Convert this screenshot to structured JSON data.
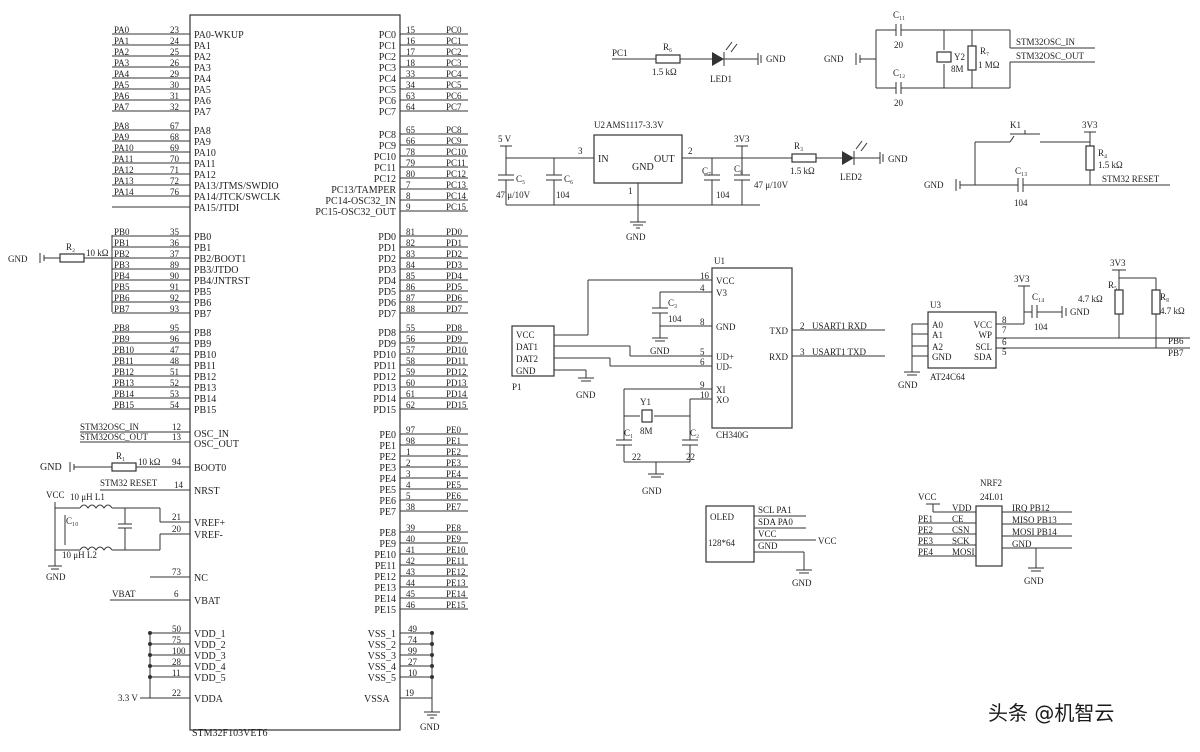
{
  "watermark": "头条 @机智云",
  "mcu": {
    "name": "STM32F103VET6",
    "left_groups": [
      {
        "nets": [
          "PA0",
          "PA1",
          "PA2",
          "PA3",
          "PA4",
          "PA5",
          "PA6",
          "PA7"
        ],
        "nums": [
          "23",
          "24",
          "25",
          "26",
          "29",
          "30",
          "31",
          "32"
        ],
        "pins": [
          "PA0-WKUP",
          "PA1",
          "PA2",
          "PA3",
          "PA4",
          "PA5",
          "PA6",
          "PA7"
        ]
      },
      {
        "nets": [
          "PA8",
          "PA9",
          "PA10",
          "PA11",
          "PA12",
          "PA13",
          "PA14"
        ],
        "nums": [
          "67",
          "68",
          "69",
          "70",
          "71",
          "72",
          "76"
        ],
        "pins": [
          "PA8",
          "PA9",
          "PA10",
          "PA11",
          "PA12",
          "PA13/JTMS/SWDIO",
          "PA14/JTCK/SWCLK",
          "PA15/JTDI"
        ]
      },
      {
        "nets": [
          "PB0",
          "PB1",
          "PB2",
          "PB3",
          "PB4",
          "PB5",
          "PB6",
          "PB7"
        ],
        "nums": [
          "35",
          "36",
          "37",
          "89",
          "90",
          "91",
          "92",
          "93"
        ],
        "pins": [
          "PB0",
          "PB1",
          "PB2/BOOT1",
          "PB3/JTDO",
          "PB4/JNTRST",
          "PB5",
          "PB6",
          "PB7"
        ]
      },
      {
        "nets": [
          "PB8",
          "PB9",
          "PB10",
          "PB11",
          "PB12",
          "PB13",
          "PB14",
          "PB15"
        ],
        "nums": [
          "95",
          "96",
          "47",
          "48",
          "51",
          "52",
          "53",
          "54"
        ],
        "pins": [
          "PB8",
          "PB9",
          "PB10",
          "PB11",
          "PB12",
          "PB13",
          "PB14",
          "PB15"
        ]
      }
    ],
    "right_groups": [
      {
        "nets": [
          "PC0",
          "PC1",
          "PC2",
          "PC3",
          "PC4",
          "PC5",
          "PC6",
          "PC7"
        ],
        "nums": [
          "15",
          "16",
          "17",
          "18",
          "33",
          "34",
          "63",
          "64"
        ],
        "pins": [
          "PC0",
          "PC1",
          "PC2",
          "PC3",
          "PC4",
          "PC5",
          "PC6",
          "PC7"
        ]
      },
      {
        "nets": [
          "PC8",
          "PC9",
          "PC10",
          "PC11",
          "PC12",
          "PC13",
          "PC14",
          "PC15"
        ],
        "nums": [
          "65",
          "66",
          "78",
          "79",
          "80",
          "7",
          "8",
          "9"
        ],
        "pins": [
          "PC8",
          "PC9",
          "PC10",
          "PC11",
          "PC12",
          "PC13/TAMPER",
          "PC14-OSC32_IN",
          "PC15-OSC32_OUT"
        ]
      },
      {
        "nets": [
          "PD0",
          "PD1",
          "PD2",
          "PD3",
          "PD4",
          "PD5",
          "PD6",
          "PD7"
        ],
        "nums": [
          "81",
          "82",
          "83",
          "84",
          "85",
          "86",
          "87",
          "88"
        ],
        "pins": [
          "PD0",
          "PD1",
          "PD2",
          "PD3",
          "PD4",
          "PD5",
          "PD6",
          "PD7"
        ]
      },
      {
        "nets": [
          "PD8",
          "PD9",
          "PD10",
          "PD11",
          "PD12",
          "PD13",
          "PD14",
          "PD15"
        ],
        "nums": [
          "55",
          "56",
          "57",
          "58",
          "59",
          "60",
          "61",
          "62"
        ],
        "pins": [
          "PD8",
          "PD9",
          "PD10",
          "PD11",
          "PD12",
          "PD13",
          "PD14",
          "PD15"
        ]
      },
      {
        "nets": [
          "PE0",
          "PE1",
          "PE2",
          "PE3",
          "PE4",
          "PE5",
          "PE6",
          "PE7"
        ],
        "nums": [
          "97",
          "98",
          "1",
          "2",
          "3",
          "4",
          "5",
          "38"
        ],
        "pins": [
          "PE0",
          "PE1",
          "PE2",
          "PE3",
          "PE4",
          "PE5",
          "PE6",
          "PE7"
        ]
      },
      {
        "nets": [
          "PE8",
          "PE9",
          "PE10",
          "PE11",
          "PE12",
          "PE13",
          "PE14",
          "PE15"
        ],
        "nums": [
          "39",
          "40",
          "41",
          "42",
          "43",
          "44",
          "45",
          "46"
        ],
        "pins": [
          "PE8",
          "PE9",
          "PE10",
          "PE11",
          "PE12",
          "PE13",
          "PE14",
          "PE15"
        ]
      }
    ],
    "osc": {
      "net_in": "STM32OSC_IN",
      "net_out": "STM32OSC_OUT",
      "pin_in": "OSC_IN",
      "pin_out": "OSC_OUT",
      "num_in": "12",
      "num_out": "13"
    },
    "boot0": {
      "gnd": "GND",
      "res": "R₁",
      "val": "10 kΩ",
      "pin": "BOOT0",
      "num": "94"
    },
    "reset": {
      "net": "STM32 RESET",
      "pin": "NRST",
      "num": "14"
    },
    "vref": {
      "vcc": "VCC",
      "l1": "10 μH L1",
      "l2": "10 μH L2",
      "c": "C₁₀",
      "pin_p": "VREF+",
      "pin_m": "VREF-",
      "num_p": "21",
      "num_m": "20",
      "gnd": "GND"
    },
    "nc": {
      "pin": "NC",
      "num": "73"
    },
    "vbat": {
      "net": "VBAT",
      "pin": "VBAT",
      "num": "6"
    },
    "vdd": {
      "pins": [
        "VDD_1",
        "VDD_2",
        "VDD_3",
        "VDD_4",
        "VDD_5"
      ],
      "nums": [
        "50",
        "75",
        "100",
        "28",
        "11"
      ],
      "vdda": "VDDA",
      "vdda_num": "22",
      "supply": "3.3 V"
    },
    "vss": {
      "pins": [
        "VSS_1",
        "VSS_2",
        "VSS_3",
        "VSS_4",
        "VSS_5"
      ],
      "nums": [
        "49",
        "74",
        "99",
        "27",
        "10"
      ],
      "vssa": "VSSA",
      "vssa_num": "19",
      "gnd": "GND"
    },
    "pb_gnd": {
      "gnd": "GND",
      "res": "R₂",
      "val": "10 kΩ"
    }
  },
  "led1": {
    "net": "PC1",
    "res": "R₆",
    "val": "1.5 kΩ",
    "name": "LED1",
    "gnd": "GND"
  },
  "crystal": {
    "c1": "C₁₁",
    "c2": "C₁₂",
    "v1": "20",
    "v2": "20",
    "y": "Y2",
    "yv": "8M",
    "r": "R₇",
    "rv": "1 MΩ",
    "gnd": "GND",
    "net_in": "STM32OSC_IN",
    "net_out": "STM32OSC_OUT"
  },
  "reg": {
    "u": "U2",
    "name": "AMS1117-3.3V",
    "in": "IN",
    "out": "OUT",
    "gnd": "GND",
    "pin_in": "3",
    "pin_out": "2",
    "pin_gnd": "1",
    "vin": "5 V",
    "c5": "C₅",
    "c5v": "47 μ/10V",
    "c6": "C₆",
    "c6v": "104",
    "c7": "C₇",
    "c7v": "104",
    "c8": "C₈",
    "c8v": "47 μ/10V",
    "vout": "3V3",
    "r": "R₃",
    "rv": "1.5 kΩ",
    "led": "LED2",
    "gnd2": "GND",
    "gnd_bot": "GND"
  },
  "reset_circuit": {
    "k": "K1",
    "v": "3V3",
    "r": "R₄",
    "rv": "1.5 kΩ",
    "c": "C₁₃",
    "cv": "104",
    "gnd": "GND",
    "net": "STM32 RESET"
  },
  "ch340": {
    "u": "U1",
    "name": "CH340G",
    "pins_l": [
      "VCC",
      "V3",
      "GND",
      "UD+",
      "UD-",
      "XI",
      "XO"
    ],
    "nums_l": [
      "16",
      "4",
      "8",
      "5",
      "6",
      "9",
      "10"
    ],
    "pins_r": [
      "TXD",
      "RXD"
    ],
    "nums_r": [
      "2",
      "3"
    ],
    "nets_r": [
      "USART1 RXD",
      "USART1 TXD"
    ],
    "c": "C₃",
    "cv": "104",
    "gnd": "GND",
    "y": "Y1",
    "yv": "8M",
    "c1": "C₁",
    "c1v": "22",
    "c2": "C₂",
    "c2v": "22",
    "gnd_bot": "GND"
  },
  "usb": {
    "name": "P1",
    "pins": [
      "VCC",
      "DAT1",
      "DAT2",
      "GND"
    ],
    "gnd": "GND"
  },
  "eeprom": {
    "u": "U3",
    "name": "AT24C64",
    "pins_l": [
      "A0",
      "A1",
      "A2",
      "GND"
    ],
    "pins_r": [
      "VCC",
      "WP",
      "SCL",
      "SDA"
    ],
    "nums_r": [
      "8",
      "7",
      "6",
      "5"
    ],
    "v": "3V3",
    "c": "C₁₄",
    "cv": "104",
    "gnd": "GND",
    "v2": "3V3",
    "r5": "R₅",
    "r5v": "4.7 kΩ",
    "r8": "R₈",
    "r8v": "4.7 kΩ",
    "net1": "PB6",
    "net2": "PB7",
    "gnd2": "GND"
  },
  "oled": {
    "name": "OLED",
    "size": "128*64",
    "pins": [
      "SCL PA1",
      "SDA PA0",
      "VCC",
      "GND"
    ],
    "vcc": "VCC",
    "gnd": "GND"
  },
  "nrf": {
    "name": "NRF2",
    "part": "24L01",
    "vcc": "VCC",
    "pins_l": [
      "VDD",
      "CE",
      "CSN",
      "SCK",
      "MOSI"
    ],
    "pins_r": [
      "IRQ PB12",
      "MISO PB13",
      "MOSI PB14",
      "GND"
    ],
    "nets_l": [
      "PE1",
      "PE2",
      "PE3",
      "PE4"
    ],
    "gnd": "GND"
  }
}
